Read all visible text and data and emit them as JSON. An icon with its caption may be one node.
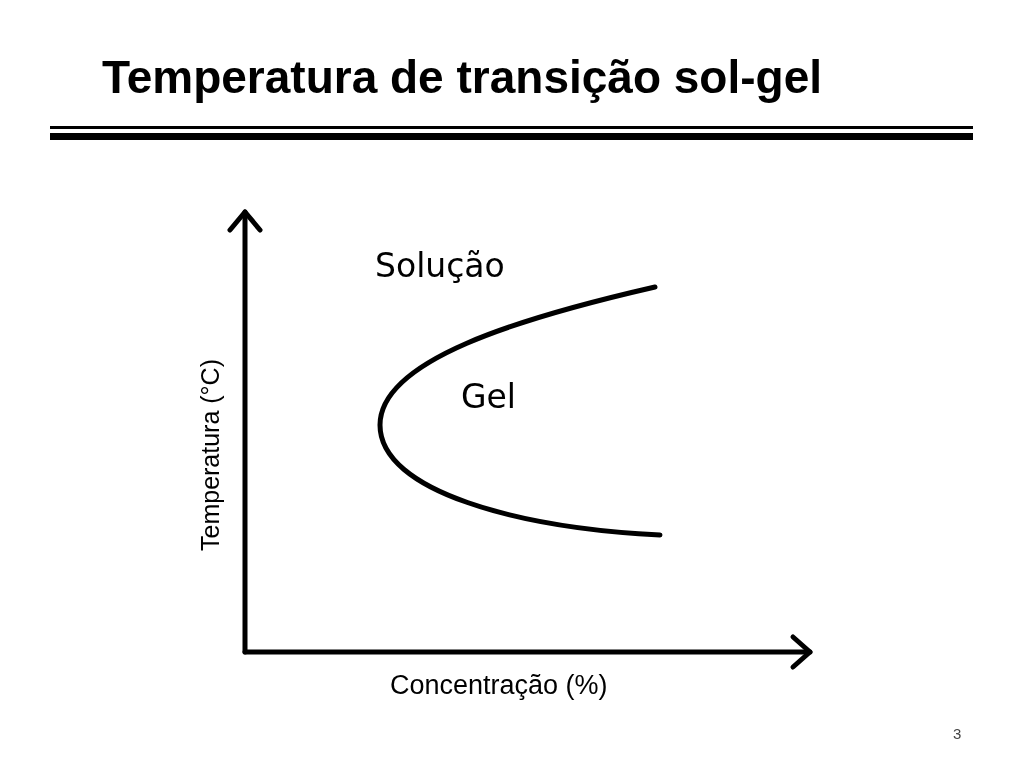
{
  "diagram": {
    "title": "Temperatura de transição sol-gel",
    "labels": [
      "Solução",
      "Temperatura (°C)",
      "Gel",
      "Concentração (%)",
      "3"
    ]
  }
}
